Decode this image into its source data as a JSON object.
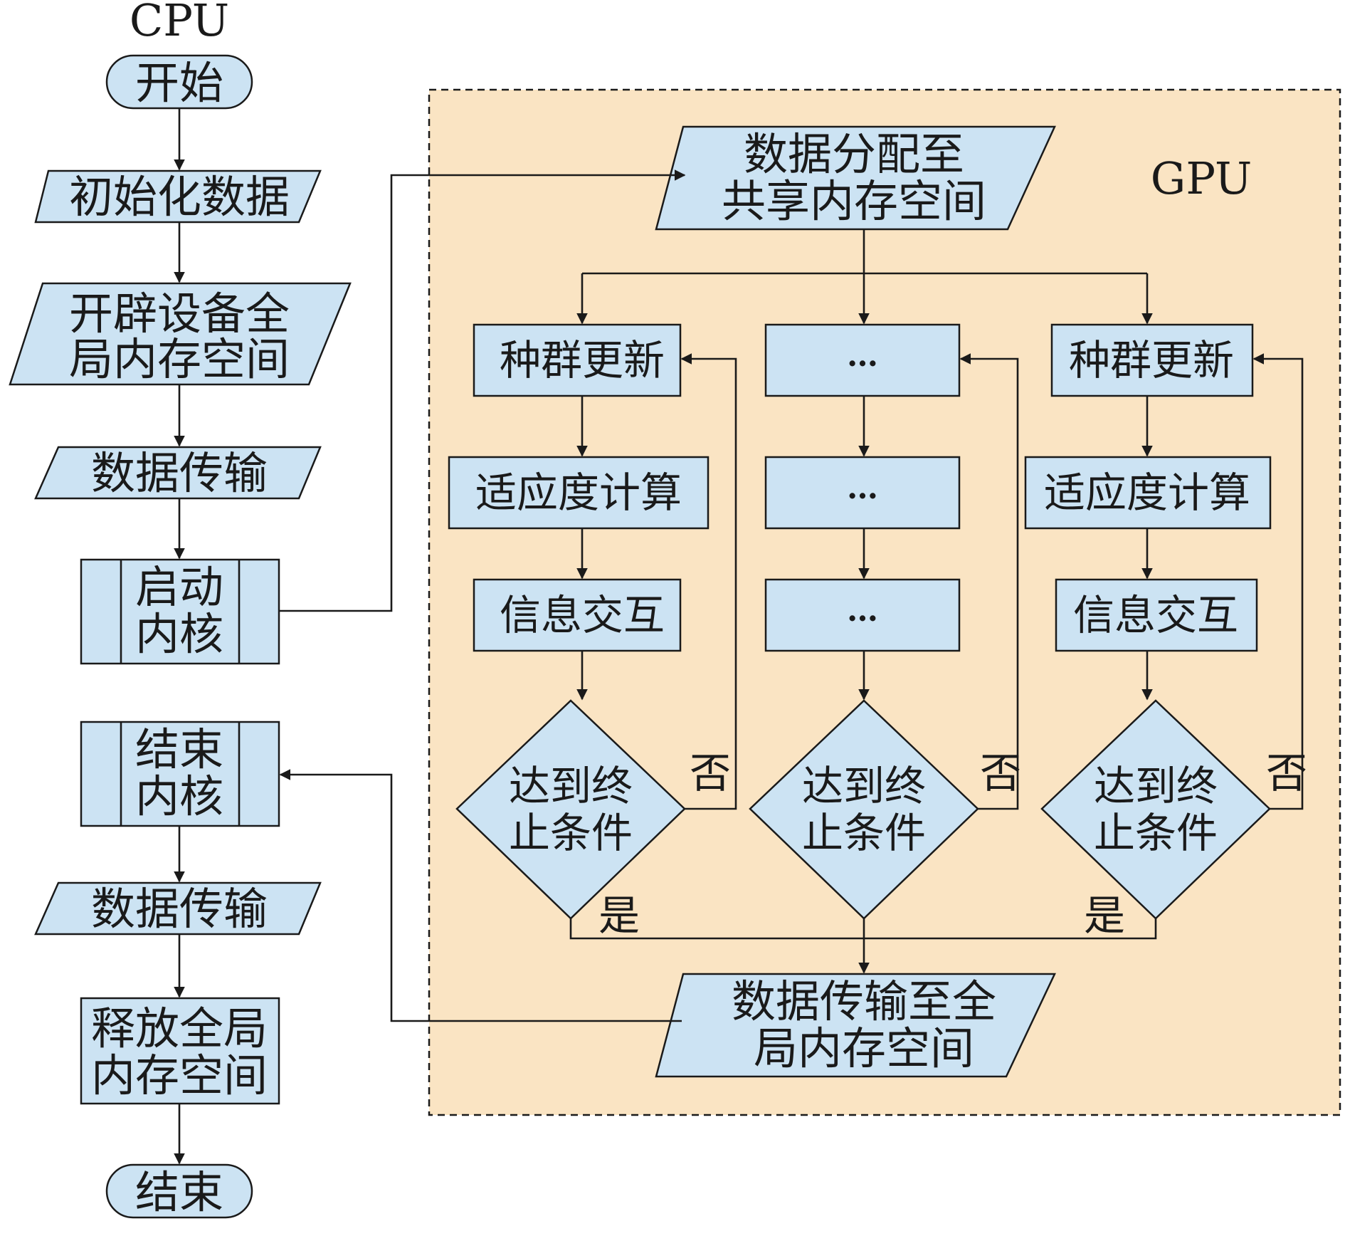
{
  "cpu_title": "CPU",
  "gpu_title": "GPU",
  "cpu_flow": {
    "start": "开始",
    "init_data": "初始化数据",
    "alloc_global": [
      "开辟设备全",
      "局内存空间"
    ],
    "transfer_in": "数据传输",
    "launch_kernel": [
      "启动",
      "内核"
    ],
    "end_kernel": [
      "结束",
      "内核"
    ],
    "transfer_out": "数据传输",
    "free_global": [
      "释放全局",
      "内存空间"
    ],
    "end": "结束"
  },
  "gpu_flow": {
    "distribute": [
      "数据分配至",
      "共享内存空间"
    ],
    "left_column": {
      "update": "种群更新",
      "fitness": "适应度计算",
      "exchange": "信息交互",
      "condition": [
        "达到终",
        "止条件"
      ],
      "no_label": "否",
      "yes_label": "是"
    },
    "middle_column": {
      "step1": "…",
      "step2": "…",
      "step3": "…",
      "condition": [
        "达到终",
        "止条件"
      ],
      "no_label": "否"
    },
    "right_column": {
      "update": "种群更新",
      "fitness": "适应度计算",
      "exchange": "信息交互",
      "condition": [
        "达到终",
        "止条件"
      ],
      "no_label": "否",
      "yes_label": "是"
    },
    "collect": [
      "数据传输至全",
      "局内存空间"
    ]
  }
}
